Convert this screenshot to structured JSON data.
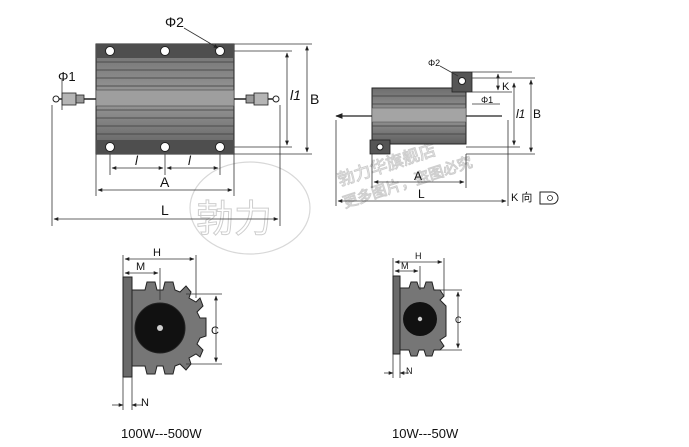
{
  "large_view": {
    "labels": {
      "phi1": "Φ1",
      "phi2": "Φ2",
      "l1": "l1",
      "B": "B",
      "l_left": "l",
      "l_right": "l",
      "A": "A",
      "L": "L"
    }
  },
  "small_view": {
    "labels": {
      "phi2": "Φ2",
      "phi1": "Φ1",
      "K": "K",
      "l1": "l1",
      "B": "B",
      "A": "A",
      "L": "L",
      "K_detail": "K 向"
    }
  },
  "profile_large": {
    "labels": {
      "H": "H",
      "M": "M",
      "C": "C",
      "N": "N"
    },
    "caption": "100W---500W"
  },
  "profile_small": {
    "labels": {
      "H": "H",
      "M": "M",
      "C": "C",
      "N": "N"
    },
    "caption": "10W---50W"
  },
  "watermark": {
    "line1": "勃力华旗舰店",
    "line2": "更多图片，盗图必究"
  },
  "colors": {
    "body_dark": "#5a5a5a",
    "body_mid": "#8a8a8a",
    "line": "#222222",
    "watermark": "#c9c9c9"
  }
}
